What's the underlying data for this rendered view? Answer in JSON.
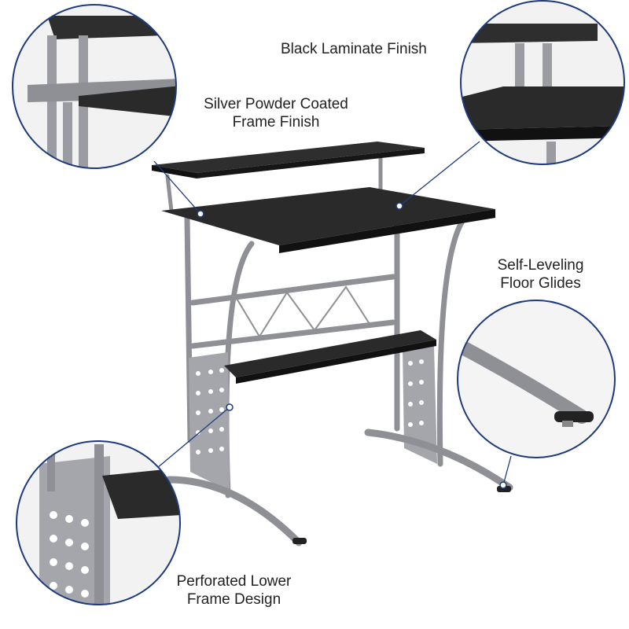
{
  "callouts": {
    "black_laminate": "Black Laminate Finish",
    "silver_frame": [
      "Silver Powder Coated",
      "Frame Finish"
    ],
    "floor_glides": [
      "Self-Leveling",
      "Floor Glides"
    ],
    "perforated": [
      "Perforated Lower",
      "Frame Design"
    ]
  },
  "colors": {
    "callout_ring": "#1d3b7c",
    "laminate": "#2a2a2a",
    "frame": "#8e9096"
  }
}
